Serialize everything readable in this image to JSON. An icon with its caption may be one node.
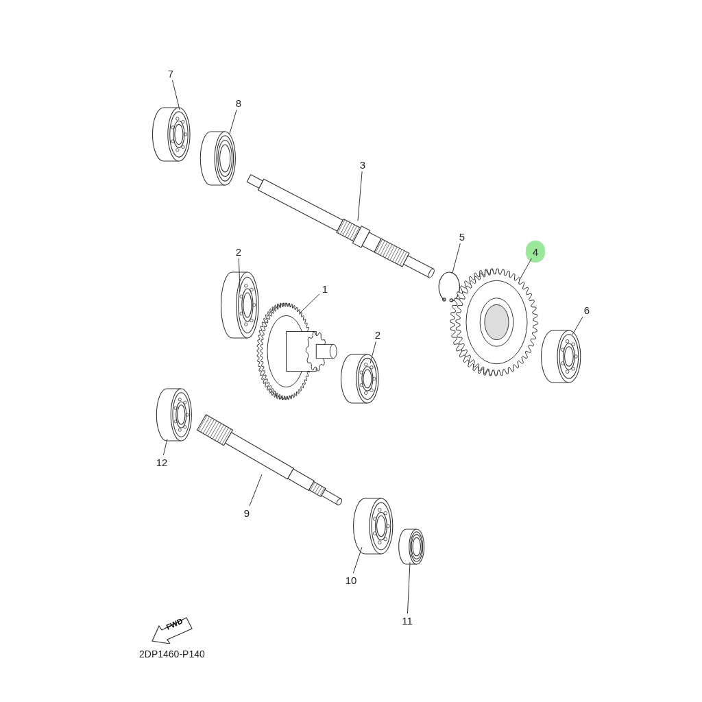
{
  "diagram": {
    "nodes": [
      {
        "text": [
          "7"
        ]
      },
      {
        "text": [
          "8"
        ]
      },
      {
        "text": [
          "3"
        ]
      },
      {
        "text": [
          "5"
        ]
      },
      {
        "text": [
          "4"
        ]
      },
      {
        "text": [
          "2"
        ]
      },
      {
        "text": [
          "1"
        ]
      },
      {
        "text": [
          "6"
        ]
      },
      {
        "text": [
          "2"
        ]
      },
      {
        "text": [
          "12"
        ]
      },
      {
        "text": [
          "9"
        ]
      },
      {
        "text": [
          "10"
        ]
      },
      {
        "text": [
          "11"
        ]
      },
      {
        "text": [],
        "shape": "picture"
      },
      {
        "text": [],
        "shape": "picture"
      },
      {
        "text": [],
        "shape": "picture"
      },
      {
        "text": [],
        "shape": "picture"
      },
      {
        "text": [],
        "shape": "picture"
      },
      {
        "text": [],
        "shape": "picture"
      },
      {
        "text": [],
        "shape": "picture"
      },
      {
        "text": [],
        "shape": "picture"
      },
      {
        "text": [],
        "shape": "picture"
      },
      {
        "text": [],
        "shape": "picture"
      },
      {
        "text": [],
        "shape": "picture"
      },
      {
        "text": [],
        "shape": "picture"
      },
      {
        "text": [],
        "shape": "picture"
      }
    ],
    "edges": [
      {
        "from": 0,
        "to": 13,
        "arrow": "none"
      },
      {
        "from": 1,
        "to": 14,
        "arrow": "none"
      },
      {
        "from": 2,
        "to": 15,
        "arrow": "none"
      },
      {
        "from": 3,
        "to": 16,
        "arrow": "none"
      },
      {
        "from": 4,
        "to": 17,
        "arrow": "none"
      },
      {
        "from": 5,
        "to": 18,
        "arrow": "none"
      },
      {
        "from": 6,
        "to": 19,
        "arrow": "none"
      },
      {
        "from": 7,
        "to": 20,
        "arrow": "none"
      },
      {
        "from": 8,
        "to": 21,
        "arrow": "none"
      },
      {
        "from": 9,
        "to": 22,
        "arrow": "none"
      },
      {
        "from": 10,
        "to": 23,
        "arrow": "none"
      },
      {
        "from": 11,
        "to": 24,
        "arrow": "none"
      },
      {
        "from": 12,
        "to": 25,
        "arrow": "none"
      }
    ],
    "labels": [
      "FWD",
      "2DP1460-P140"
    ]
  }
}
